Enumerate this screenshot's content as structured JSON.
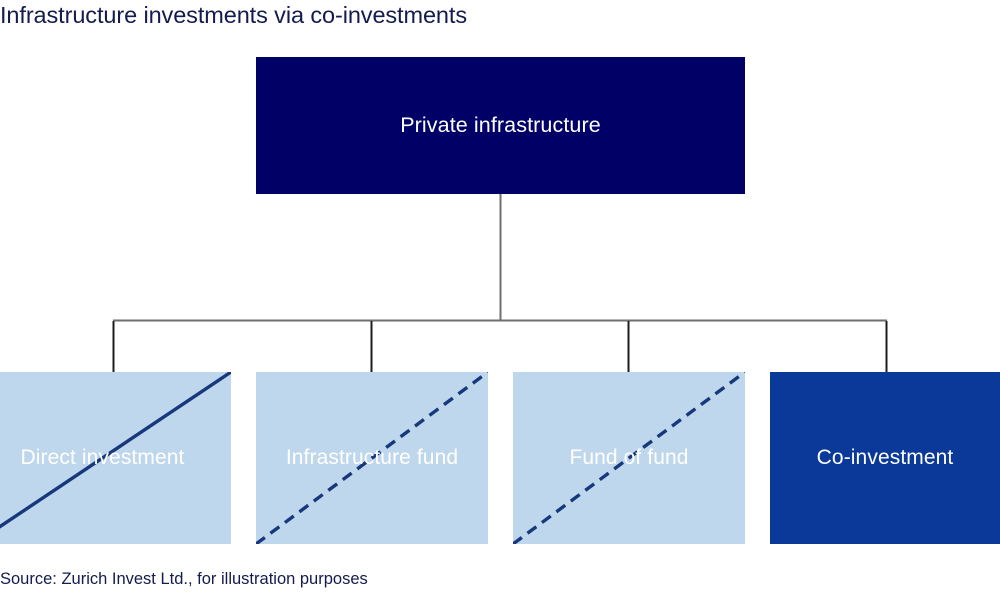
{
  "title": "Infrastructure investments via co-investments",
  "source": "Source: Zurich Invest Ltd., for illustration purposes",
  "colors": {
    "navy_dark": "#000066",
    "blue_medium": "#0a399a",
    "blue_light": "#bfd7ec",
    "diagonal_line": "#17387c",
    "connector_line": "#6e6e6e",
    "text_navy": "#141b4d",
    "text_white": "#ffffff",
    "background": "#ffffff"
  },
  "diagram": {
    "type": "hierarchy-tree",
    "root": {
      "id": "private-infrastructure",
      "label": "Private infrastructure",
      "fill": "#000066",
      "text_color": "#ffffff",
      "diagonal": "none"
    },
    "children": [
      {
        "id": "direct-investment",
        "label": "Direct investment",
        "fill": "#bfd7ec",
        "text_color": "#ffffff",
        "diagonal": "solid"
      },
      {
        "id": "infrastructure-fund",
        "label": "Infrastructure fund",
        "fill": "#bfd7ec",
        "text_color": "#ffffff",
        "diagonal": "dashed"
      },
      {
        "id": "fund-of-fund",
        "label": "Fund of fund",
        "fill": "#bfd7ec",
        "text_color": "#ffffff",
        "diagonal": "dashed"
      },
      {
        "id": "co-investment",
        "label": "Co-investment",
        "fill": "#0a399a",
        "text_color": "#ffffff",
        "diagonal": "none"
      }
    ]
  }
}
